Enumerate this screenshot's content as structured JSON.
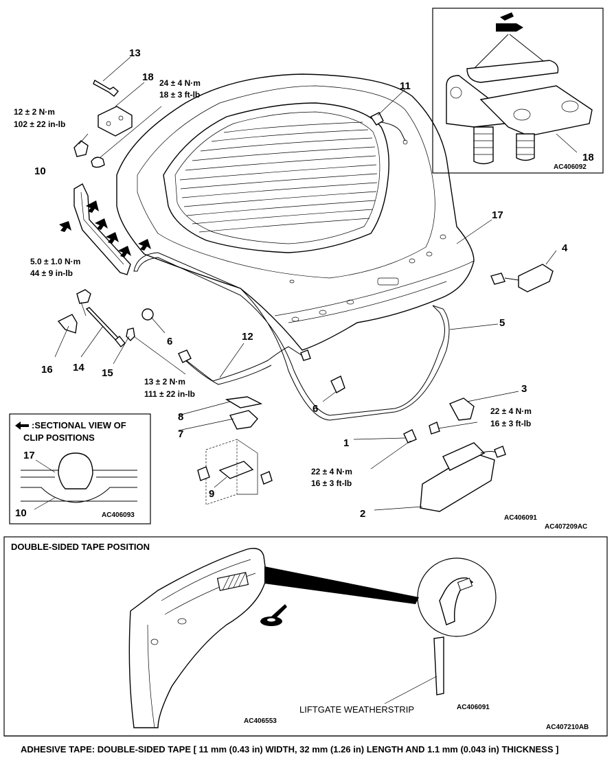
{
  "main_diagram": {
    "callouts": {
      "c1": "1",
      "c2": "2",
      "c3": "3",
      "c4": "4",
      "c5": "5",
      "c6a": "6",
      "c6b": "6",
      "c7": "7",
      "c8": "8",
      "c9": "9",
      "c10": "10",
      "c11": "11",
      "c12": "12",
      "c13": "13",
      "c14": "14",
      "c15": "15",
      "c16": "16",
      "c17": "17",
      "c18": "18"
    },
    "torques": {
      "t_18_nm": "12 ± 2 N·m",
      "t_18_inlb": "102 ± 22 in-lb",
      "t_top_nm": "24 ± 4 N·m",
      "t_top_ftlb": "18 ± 3 ft-lb",
      "t_16_nm": "5.0 ± 1.0 N·m",
      "t_16_inlb": "44 ± 9 in-lb",
      "t_15_nm": "13 ± 2 N·m",
      "t_15_inlb": "111 ± 22 in-lb",
      "t_3_nm": "22 ± 4 N·m",
      "t_3_ftlb": "16 ± 3 ft-lb",
      "t_1_nm": "22 ± 4 N·m",
      "t_1_ftlb": "16 ± 3 ft-lb"
    },
    "codes": {
      "main_1": "AC406091",
      "main_2": "AC407209AC"
    }
  },
  "inset_hinge": {
    "callout": "18",
    "code": "AC406092"
  },
  "inset_section": {
    "title_line1": ":SECTIONAL VIEW OF",
    "title_line2": "CLIP POSITIONS",
    "callout_top": "17",
    "callout_bottom": "10",
    "code": "AC406093"
  },
  "tape_panel": {
    "title": "DOUBLE-SIDED TAPE POSITION",
    "weatherstrip_label": "LIFTGATE WEATHERSTRIP",
    "code_left": "AC406553",
    "code_mid": "AC406091",
    "code_right": "AC407210AB"
  },
  "note": "ADHESIVE TAPE: DOUBLE-SIDED TAPE [ 11 mm (0.43 in) WIDTH, 32 mm (1.26 in) LENGTH AND 1.1 mm (0.043 in) THICKNESS ]"
}
